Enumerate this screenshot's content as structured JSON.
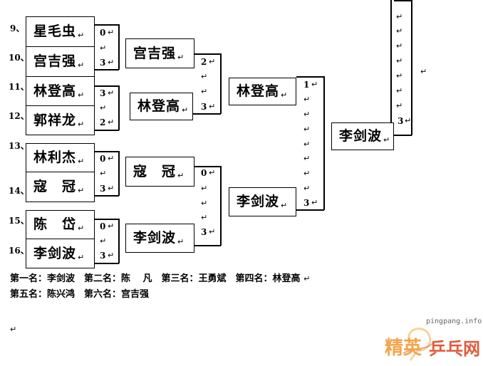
{
  "round1": [
    {
      "seed": "9、",
      "name": "星毛虫"
    },
    {
      "seed": "10、",
      "name": "宫吉强"
    },
    {
      "seed": "11、",
      "name": "林登高"
    },
    {
      "seed": "12、",
      "name": "郭祥龙"
    },
    {
      "seed": "13、",
      "name": "林利杰"
    },
    {
      "seed": "14、",
      "name": "寇　冠"
    },
    {
      "seed": "15、",
      "name": "陈　岱"
    },
    {
      "seed": "16、",
      "name": "李剑波"
    }
  ],
  "round1_scores": [
    {
      "top": "0",
      "bottom": "3"
    },
    {
      "top": "3",
      "bottom": "2"
    },
    {
      "top": "0",
      "bottom": "3"
    },
    {
      "top": "0",
      "bottom": "3"
    }
  ],
  "round2": [
    "宫吉强",
    "林登高",
    "寇　冠",
    "李剑波"
  ],
  "round2_scores": [
    {
      "top": "2",
      "bottom": "3"
    },
    {
      "top": "0",
      "bottom": "3"
    }
  ],
  "round3": [
    "林登高",
    "李剑波"
  ],
  "round3_scores": {
    "top": "1",
    "bottom": "3"
  },
  "final_winner": "李剑波",
  "final_score": "3",
  "mark": "↵",
  "results": {
    "line1": "第一名：李剑波　第二名：陈　 凡　第三名：王勇斌　第四名：林登高",
    "line2": "第五名：陈兴鸿　第六名：宫吉强"
  },
  "watermark": {
    "url": "pingpang.info",
    "text1": "精英",
    "text2": "乒乓网"
  }
}
